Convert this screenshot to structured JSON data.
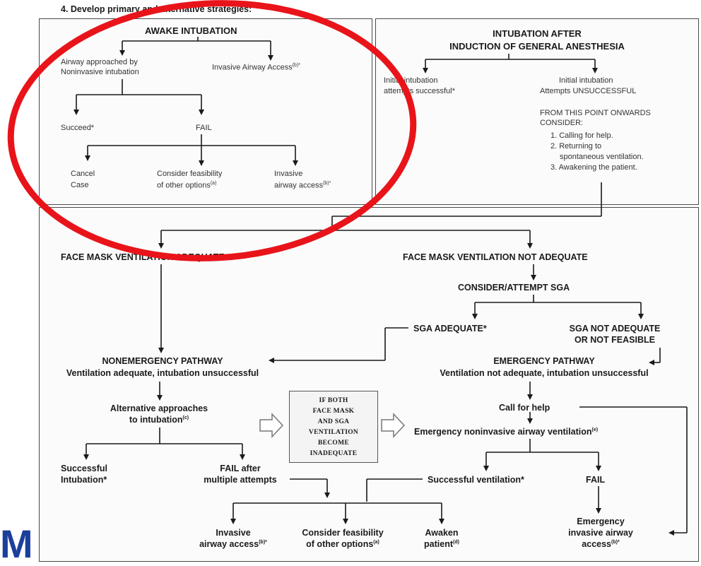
{
  "step_heading": "4. Develop primary and alternative strategies:",
  "awake": {
    "title": "AWAKE INTUBATION",
    "noninvasive": [
      "Airway approached by",
      "Noninvasive intubation"
    ],
    "invasive_access": "Invasive Airway Access",
    "invasive_access_ref": "(b)*",
    "succeed": "Succeed*",
    "fail": "FAIL",
    "cancel": [
      "Cancel",
      "Case"
    ],
    "consider": [
      "Consider feasibility",
      "of other options"
    ],
    "consider_ref": "(a)",
    "invasive": [
      "Invasive",
      "airway access"
    ],
    "invasive_ref": "(b)*"
  },
  "general": {
    "title": [
      "INTUBATION AFTER",
      "INDUCTION OF GENERAL ANESTHESIA"
    ],
    "initial_success": [
      "Initial intubation",
      "attempts successful*"
    ],
    "initial_fail": [
      "Initial intubation",
      "Attempts UNSUCCESSFUL"
    ],
    "consider_heading": [
      "FROM THIS POINT ONWARDS",
      "CONSIDER:"
    ],
    "consider_items": [
      "1. Calling for help.",
      "2. Returning to",
      "spontaneous ventilation.",
      "3. Awakening the patient."
    ]
  },
  "mask_adequate": "FACE MASK VENTILATION ADEQUATE",
  "mask_not_adequate": "FACE MASK VENTILATION NOT ADEQUATE",
  "consider_sga": "CONSIDER/ATTEMPT SGA",
  "sga_adequate": "SGA ADEQUATE*",
  "sga_not_adequate": [
    "SGA NOT ADEQUATE",
    "OR NOT FEASIBLE"
  ],
  "nonemergency": [
    "NONEMERGENCY PATHWAY",
    "Ventilation adequate, intubation unsuccessful"
  ],
  "emergency": [
    "EMERGENCY PATHWAY",
    "Ventilation not adequate, intubation unsuccessful"
  ],
  "alternative": [
    "Alternative approaches",
    "to intubation"
  ],
  "alternative_ref": "(c)",
  "both_fail_note": [
    "IF BOTH",
    "FACE MASK",
    "AND SGA",
    "VENTILATION",
    "BECOME",
    "INADEQUATE"
  ],
  "call_help": "Call for help",
  "emergency_noninvasive": "Emergency noninvasive airway ventilation",
  "emergency_noninvasive_ref": "(e)",
  "successful_intubation": [
    "Successful",
    "Intubation*"
  ],
  "fail_multiple": [
    "FAIL after",
    "multiple attempts"
  ],
  "successful_ventilation": "Successful ventilation*",
  "fail": "FAIL",
  "bottom_invasive": [
    "Invasive",
    "airway access"
  ],
  "bottom_invasive_ref": "(b)*",
  "bottom_consider": [
    "Consider feasibility",
    "of other options"
  ],
  "bottom_consider_ref": "(a)",
  "bottom_awaken": [
    "Awaken",
    "patient"
  ],
  "bottom_awaken_ref": "(d)",
  "emergency_invasive": [
    "Emergency",
    "invasive airway",
    "access"
  ],
  "emergency_invasive_ref": "(b)*",
  "brand_fragment": "M",
  "colors": {
    "circle": "#e8141a",
    "brand": "#1b3f9b",
    "line": "#1a1a1a"
  }
}
